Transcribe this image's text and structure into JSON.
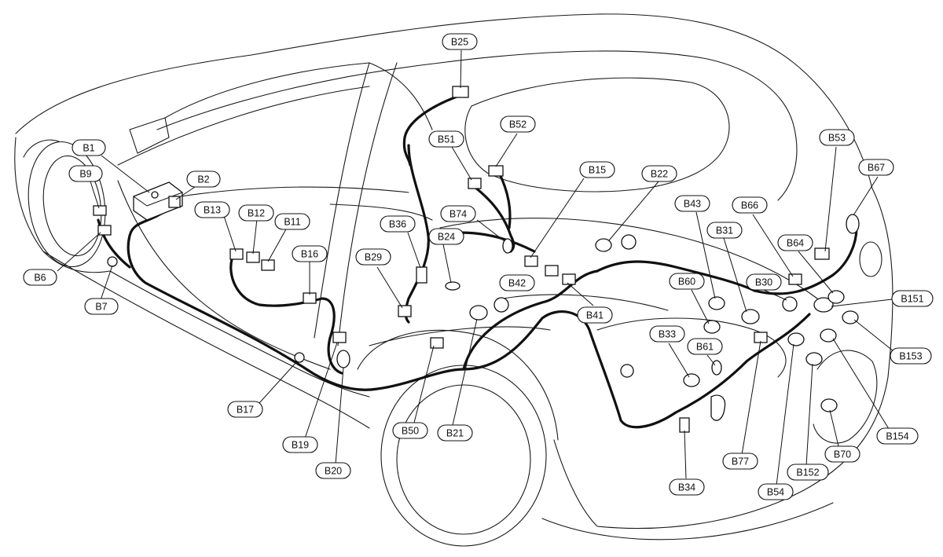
{
  "figure": {
    "callouts": [
      {
        "id": "B1",
        "label": "B1"
      },
      {
        "id": "B2",
        "label": "B2"
      },
      {
        "id": "B6",
        "label": "B6"
      },
      {
        "id": "B7",
        "label": "B7"
      },
      {
        "id": "B9",
        "label": "B9"
      },
      {
        "id": "B11",
        "label": "B11"
      },
      {
        "id": "B12",
        "label": "B12"
      },
      {
        "id": "B13",
        "label": "B13"
      },
      {
        "id": "B15",
        "label": "B15"
      },
      {
        "id": "B16",
        "label": "B16"
      },
      {
        "id": "B17",
        "label": "B17"
      },
      {
        "id": "B19",
        "label": "B19"
      },
      {
        "id": "B20",
        "label": "B20"
      },
      {
        "id": "B21",
        "label": "B21"
      },
      {
        "id": "B22",
        "label": "B22"
      },
      {
        "id": "B24",
        "label": "B24"
      },
      {
        "id": "B25",
        "label": "B25"
      },
      {
        "id": "B29",
        "label": "B29"
      },
      {
        "id": "B30",
        "label": "B30"
      },
      {
        "id": "B31",
        "label": "B31"
      },
      {
        "id": "B33",
        "label": "B33"
      },
      {
        "id": "B34",
        "label": "B34"
      },
      {
        "id": "B36",
        "label": "B36"
      },
      {
        "id": "B41",
        "label": "B41"
      },
      {
        "id": "B42",
        "label": "B42"
      },
      {
        "id": "B43",
        "label": "B43"
      },
      {
        "id": "B50",
        "label": "B50"
      },
      {
        "id": "B51",
        "label": "B51"
      },
      {
        "id": "B52",
        "label": "B52"
      },
      {
        "id": "B53",
        "label": "B53"
      },
      {
        "id": "B54",
        "label": "B54"
      },
      {
        "id": "B60",
        "label": "B60"
      },
      {
        "id": "B61",
        "label": "B61"
      },
      {
        "id": "B64",
        "label": "B64"
      },
      {
        "id": "B66",
        "label": "B66"
      },
      {
        "id": "B67",
        "label": "B67"
      },
      {
        "id": "B70",
        "label": "B70"
      },
      {
        "id": "B74",
        "label": "B74"
      },
      {
        "id": "B77",
        "label": "B77"
      },
      {
        "id": "B151",
        "label": "B151"
      },
      {
        "id": "B152",
        "label": "B152"
      },
      {
        "id": "B153",
        "label": "B153"
      },
      {
        "id": "B154",
        "label": "B154"
      }
    ]
  }
}
